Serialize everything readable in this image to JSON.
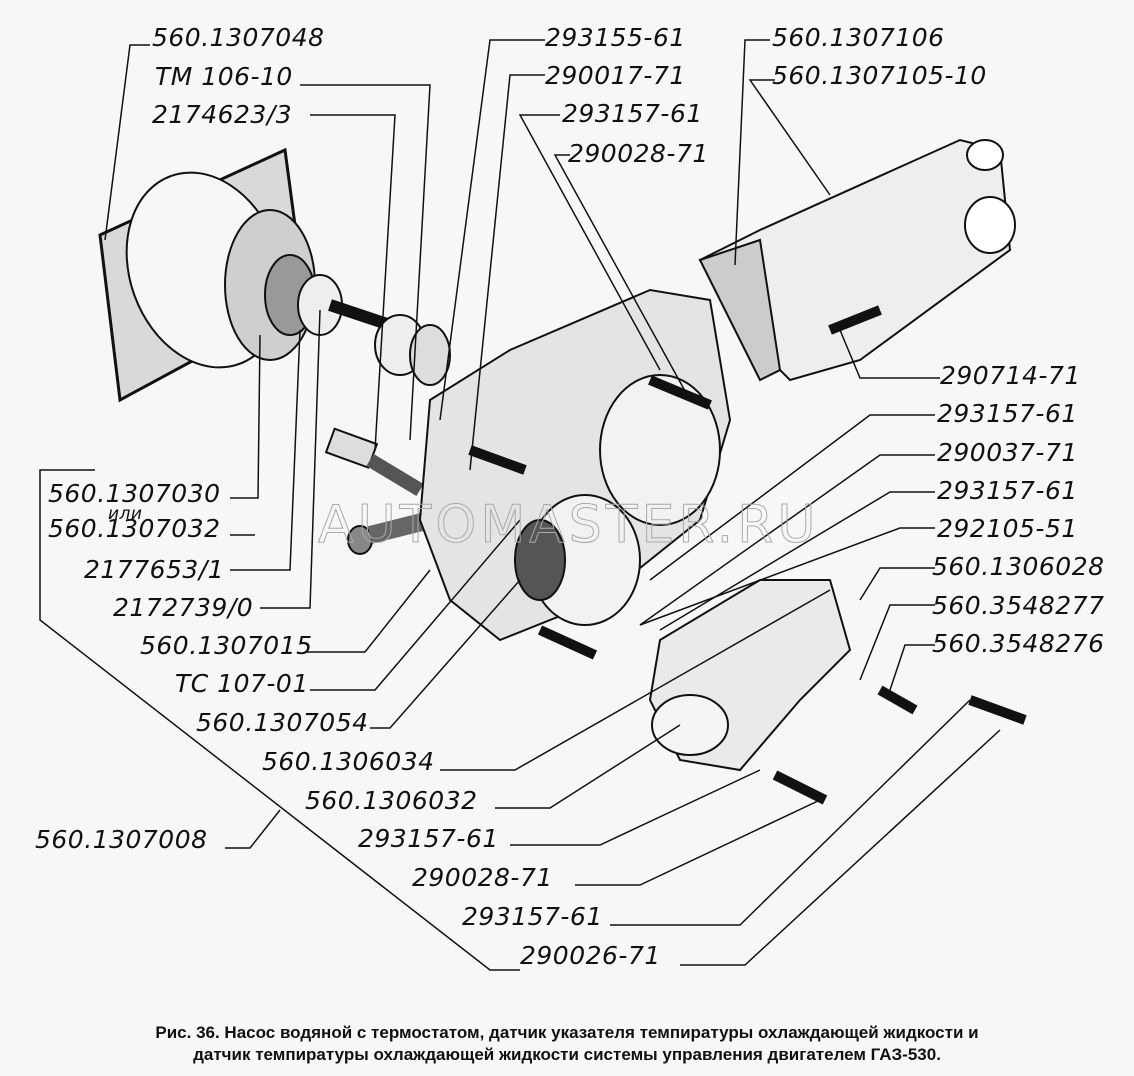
{
  "watermark": "AUTOMASTER.RU",
  "labels": {
    "l01": "560.1307048",
    "l02": "TM 106-10",
    "l03": "2174623/3",
    "l04": "293155-61",
    "l05": "290017-71",
    "l06": "293157-61",
    "l07": "290028-71",
    "l08": "560.1307106",
    "l09": "560.1307105-10",
    "l10": "290714-71",
    "l11": "293157-61",
    "l12": "290037-71",
    "l13": "293157-61",
    "l14": "292105-51",
    "l15": "560.1306028",
    "l16": "560.3548277",
    "l17": "560.3548276",
    "l18": "560.1307030",
    "l18_or": "или",
    "l19": "560.1307032",
    "l20": "2177653/1",
    "l21": "2172739/0",
    "l22": "560.1307015",
    "l23": "TC 107-01",
    "l24": "560.1307054",
    "l25": "560.1306034",
    "l26": "560.1306032",
    "l27": "293157-61",
    "l28": "290028-71",
    "l29": "293157-61",
    "l30": "290026-71",
    "l31": "560.1307008"
  },
  "caption": {
    "line1": "Рис. 36. Насос водяной с термостатом, датчик указателя темпиратуры охлаждающей жидкости и",
    "line2": "датчик темпиратуры охлаждающей жидкости системы управления двигателем ГАЗ-530."
  }
}
